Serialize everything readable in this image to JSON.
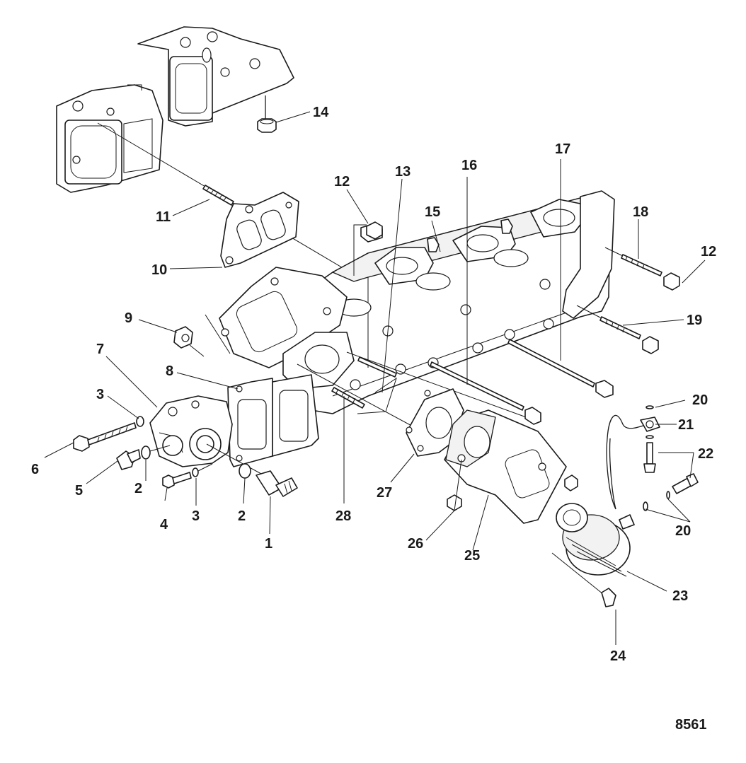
{
  "figure_number": "8561",
  "callouts": [
    "1",
    "2",
    "2",
    "3",
    "3",
    "4",
    "5",
    "6",
    "7",
    "8",
    "9",
    "10",
    "11",
    "12",
    "12",
    "13",
    "14",
    "15",
    "16",
    "17",
    "18",
    "19",
    "20",
    "20",
    "21",
    "22",
    "23",
    "24",
    "25",
    "26",
    "27",
    "28"
  ]
}
